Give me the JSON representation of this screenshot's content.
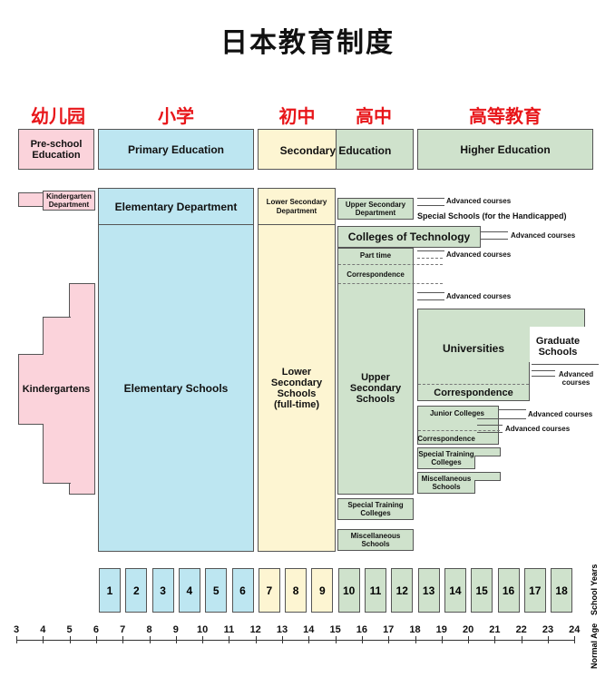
{
  "title": "日本教育制度",
  "stages": [
    "幼儿园",
    "小学",
    "初中",
    "高中",
    "高等教育"
  ],
  "header_boxes": {
    "preschool": "Pre-school Education",
    "primary": "Primary Education",
    "secondary": "Secondary Education",
    "higher": "Higher Education"
  },
  "schools": {
    "kindergarten_dept": "Kindergarten Department",
    "kindergartens": "Kindergartens",
    "elementary_dept": "Elementary Department",
    "elementary_schools": "Elementary Schools",
    "lower_secondary_dept": "Lower Secondary Department",
    "lower_secondary_schools": "Lower Secondary Schools (full-time)",
    "upper_secondary_dept": "Upper Secondary Department",
    "special_schools": "Special Schools (for the Handicapped)",
    "colleges_of_technology": "Colleges of Technology",
    "part_time": "Part time",
    "correspondence": "Correspondence",
    "upper_secondary_schools": "Upper Secondary Schools",
    "universities": "Universities",
    "university_correspondence": "Correspondence",
    "graduate_schools": "Graduate Schools",
    "junior_colleges": "Junior Colleges",
    "jc_correspondence": "Correspondence",
    "special_training_colleges_higher": "Special Training Colleges",
    "misc_schools_higher": "Miscellaneous Schools",
    "special_training_colleges": "Special Training Colleges",
    "misc_schools": "Miscellaneous Schools"
  },
  "advanced_courses": "Advanced courses",
  "school_years": [
    "1",
    "2",
    "3",
    "4",
    "5",
    "6",
    "7",
    "8",
    "9",
    "10",
    "11",
    "12",
    "13",
    "14",
    "15",
    "16",
    "17",
    "18"
  ],
  "school_years_label": "School Years",
  "ages": [
    "3",
    "4",
    "5",
    "6",
    "7",
    "8",
    "9",
    "10",
    "11",
    "12",
    "13",
    "14",
    "15",
    "16",
    "17",
    "18",
    "19",
    "20",
    "21",
    "22",
    "23",
    "24"
  ],
  "normal_age_label": "Normal Age",
  "colors": {
    "preschool": "#fbd3db",
    "primary": "#bde6f1",
    "lower_secondary": "#fdf5d2",
    "upper_and_higher": "#cfe2cc",
    "stage_label": "#e8161a"
  }
}
